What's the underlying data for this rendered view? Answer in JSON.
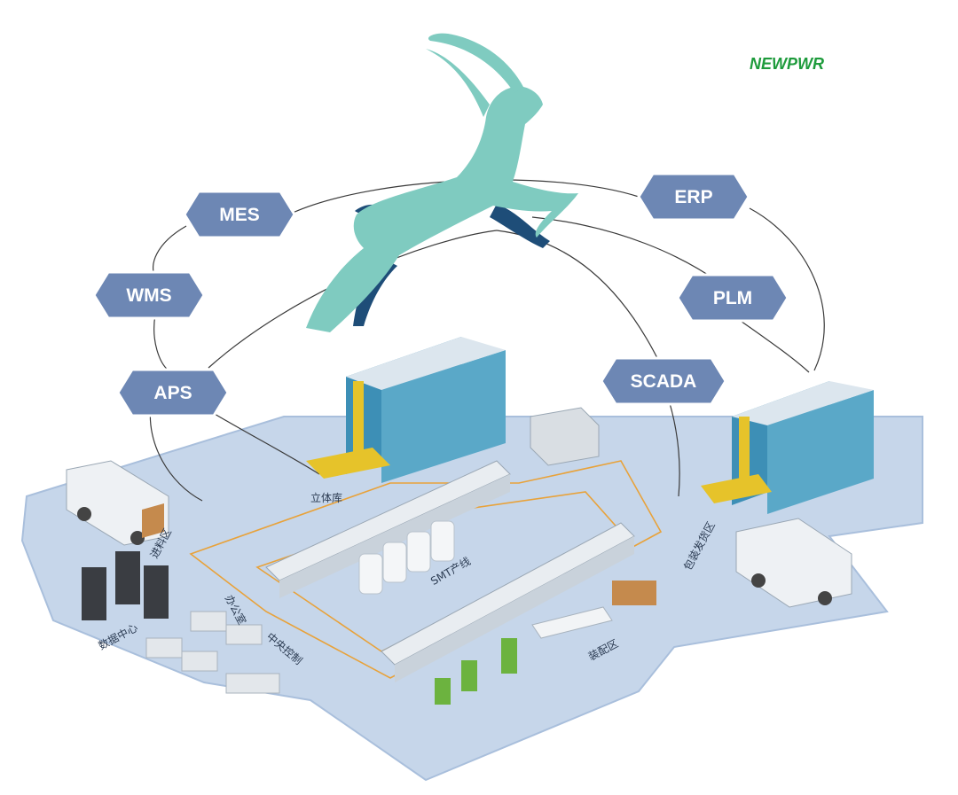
{
  "logo": {
    "text": "NEWPWR",
    "color": "#1e9b3c"
  },
  "colors": {
    "floor": "#c6d6ea",
    "floor_edge": "#a9bfdc",
    "hexagon": "#6d87b4",
    "hexagon_edge": "#ffffff",
    "gazelle_light": "#7fcbc0",
    "gazelle_dark": "#1e4d78",
    "connector": "#3a3a3a",
    "conveyor": "#e8a23a"
  },
  "systems": [
    {
      "id": "mes",
      "label": "MES"
    },
    {
      "id": "wms",
      "label": "WMS"
    },
    {
      "id": "aps",
      "label": "APS"
    },
    {
      "id": "erp",
      "label": "ERP"
    },
    {
      "id": "plm",
      "label": "PLM"
    },
    {
      "id": "scada",
      "label": "SCADA"
    }
  ],
  "zones": [
    {
      "id": "inbound",
      "label": "进料区"
    },
    {
      "id": "warehouse",
      "label": "立体库"
    },
    {
      "id": "smt",
      "label": "SMT产线"
    },
    {
      "id": "office",
      "label": "办公室"
    },
    {
      "id": "datacenter",
      "label": "数据中心"
    },
    {
      "id": "control",
      "label": "中央控制"
    },
    {
      "id": "assembly",
      "label": "装配区"
    },
    {
      "id": "outbound",
      "label": "包装发货区"
    }
  ]
}
